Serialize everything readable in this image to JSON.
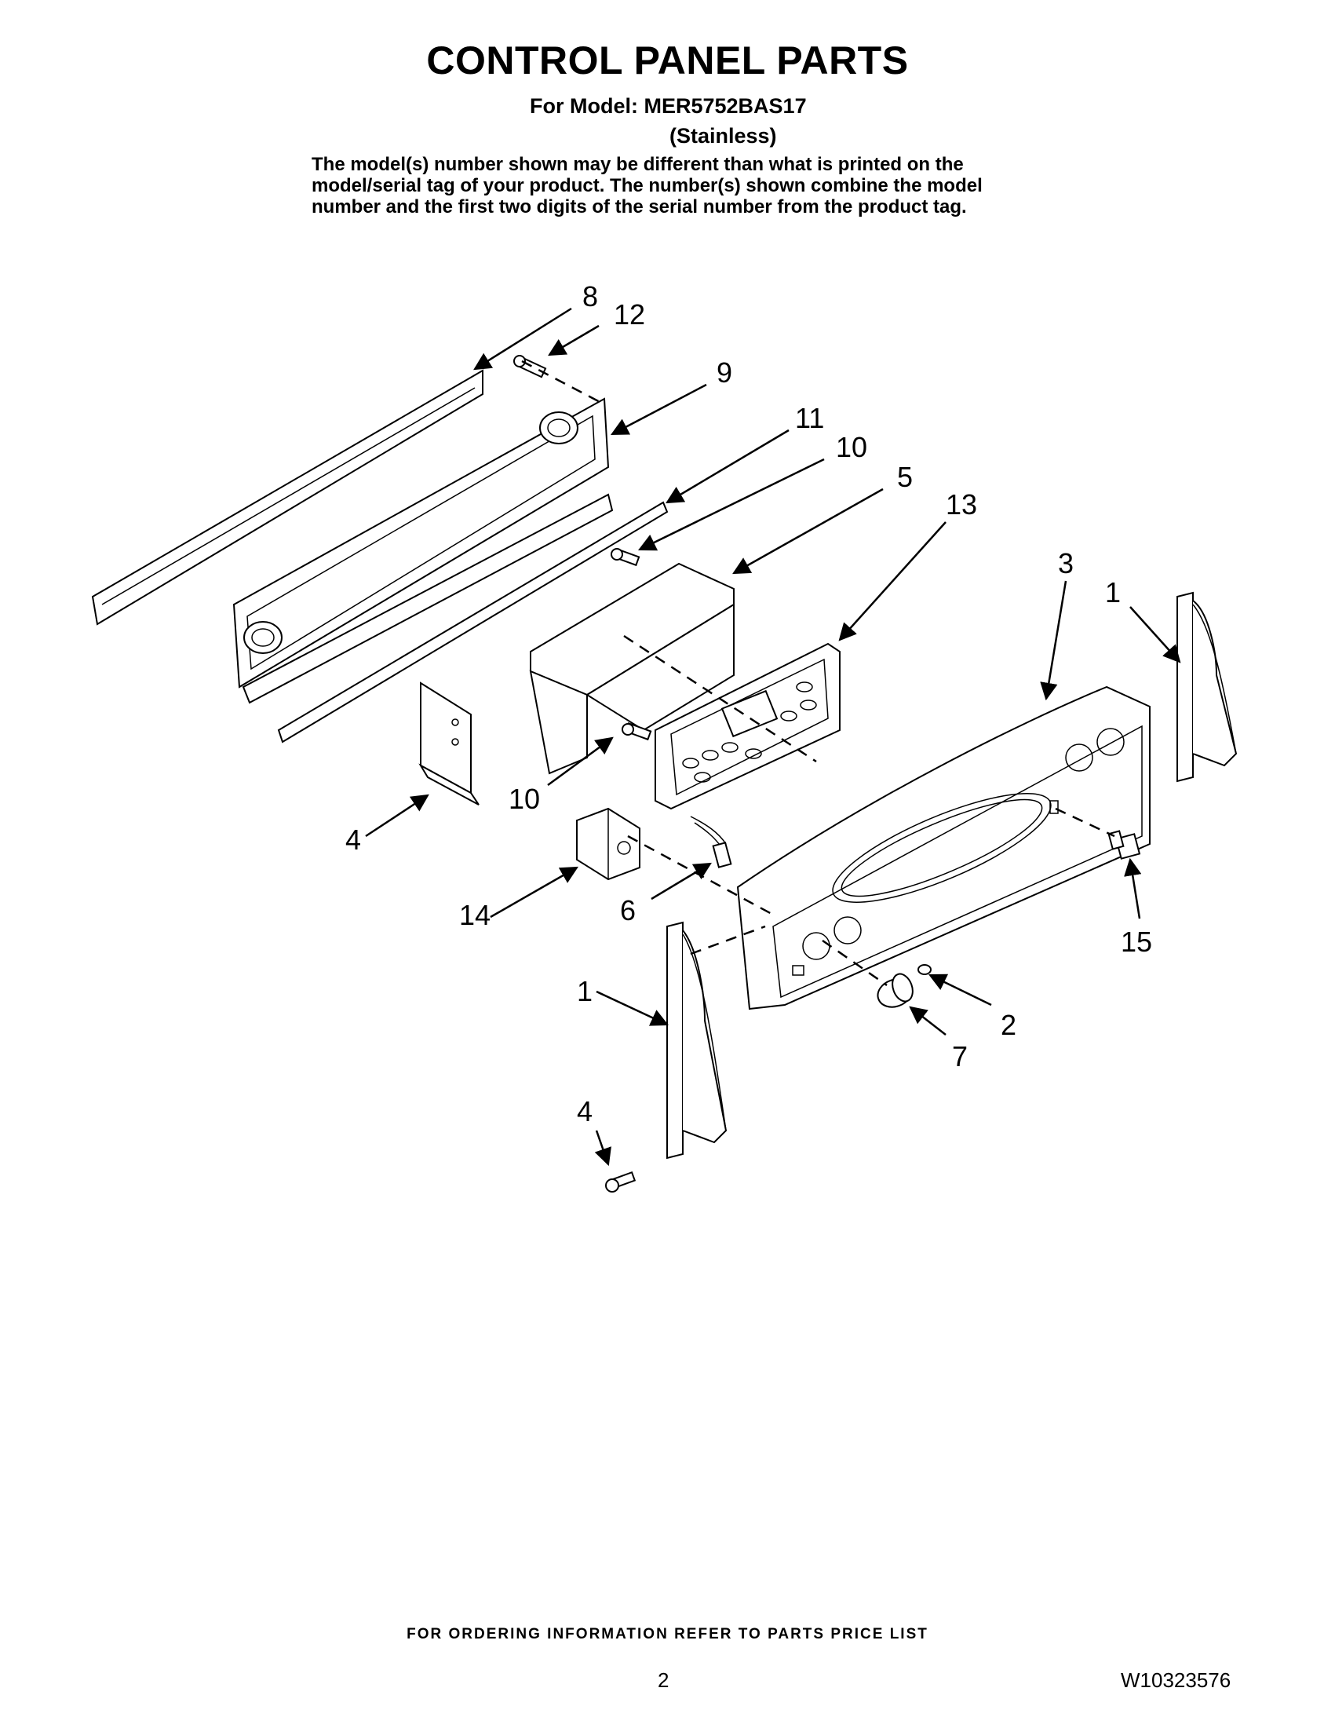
{
  "header": {
    "title": "CONTROL PANEL PARTS",
    "model_line": "For Model: MER5752BAS17",
    "variant": "(Stainless)",
    "description": [
      "The model(s) number shown may be different than what is printed on the",
      "model/serial tag of your product. The number(s) shown combine the model",
      "number and the first two digits of the serial number from the product tag."
    ]
  },
  "callouts": [
    "8",
    "12",
    "9",
    "11",
    "10",
    "5",
    "13",
    "3",
    "1",
    "10",
    "4",
    "14",
    "6",
    "15",
    "1",
    "2",
    "7",
    "4"
  ],
  "footer": {
    "ordering_note": "FOR ORDERING INFORMATION REFER TO PARTS PRICE LIST",
    "page_number": "2",
    "document_number": "W10323576"
  }
}
